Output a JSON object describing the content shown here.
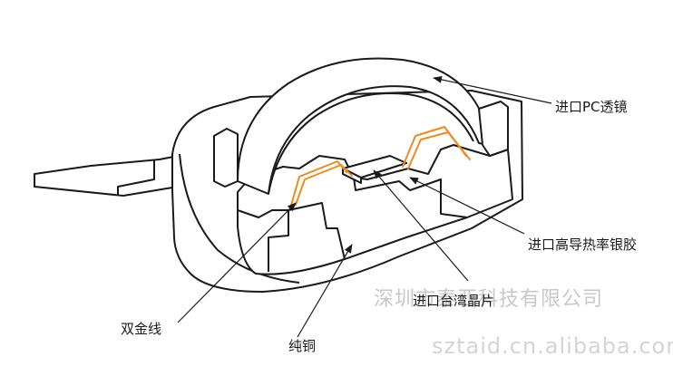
{
  "labels": {
    "lens": "进口PC透镜",
    "glue": "进口高导热率银胶",
    "chip": "进口台湾晶片",
    "wire": "双金线",
    "copper": "纯铜"
  },
  "watermark": {
    "company": "深圳市泰亚科技有限公司",
    "url": "sztaid.cn.alibaba.com"
  },
  "colors": {
    "outline": "#1a1a1a",
    "fill": "#ffffff",
    "wire": "#f08a1c",
    "watermark": "#cccccc"
  }
}
